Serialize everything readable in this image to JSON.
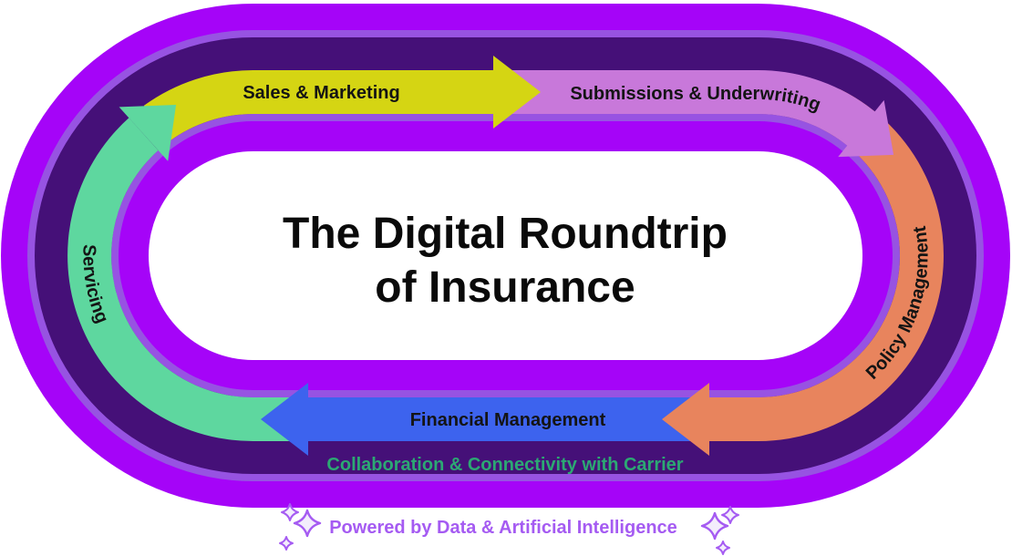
{
  "title": {
    "line1": "The Digital Roundtrip",
    "line2": "of Insurance"
  },
  "stages": [
    {
      "label": "Sales & Marketing",
      "color": "#D5D513"
    },
    {
      "label": "Submissions & Underwriting",
      "color": "#C878DA"
    },
    {
      "label": "Policy Management",
      "color": "#E8845D"
    },
    {
      "label": "Financial Management",
      "color": "#3D63EE"
    },
    {
      "label": "Servicing",
      "color": "#5ED79F"
    }
  ],
  "banner": {
    "label": "Collaboration & Connectivity with Carrier",
    "color": "#2CA873"
  },
  "footer": {
    "label": "Powered by Data & Artificial Intelligence",
    "color": "#A55BF2",
    "icon": "sparkle-icon"
  },
  "palette": {
    "outer_ring": "#A504F8",
    "ring_stroke": "#9753E2",
    "dark_ring": "#451078",
    "center_panel": "#FFFFFF",
    "label_text": "#141414",
    "sparkle_fill": "#F3EDFC"
  }
}
